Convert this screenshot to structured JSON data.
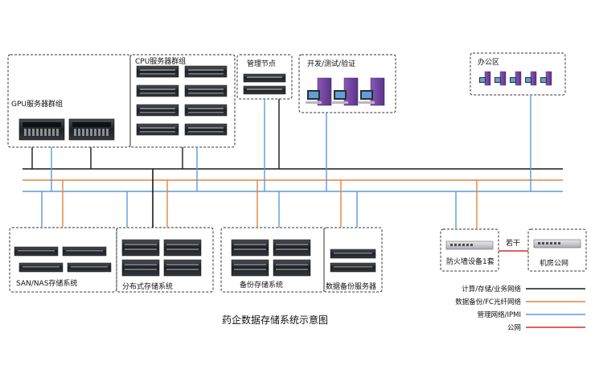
{
  "title": "药企数据存储系统示意图",
  "groups": {
    "gpu": "GPU服务器群组",
    "cpu": "CPU服务器群组",
    "mgmt": "管理节点",
    "dev": "开发/测试/验证",
    "office": "办公区",
    "san": "SAN/NAS存储系统",
    "dist": "分布式存储系统",
    "backup": "备份存储系统",
    "backup_server": "数据备份服务器",
    "firewall": "防火墙设备1套",
    "datacenter": "机房公网"
  },
  "link_label": "若干",
  "legend": [
    {
      "label": "计算/存储/业务网络",
      "color": "#1a1a1a"
    },
    {
      "label": "数据备份/FC光纤网络",
      "color": "#e8823a"
    },
    {
      "label": "管理网络/IPMI",
      "color": "#5b9bd5"
    },
    {
      "label": "公网",
      "color": "#d92b2b"
    }
  ]
}
